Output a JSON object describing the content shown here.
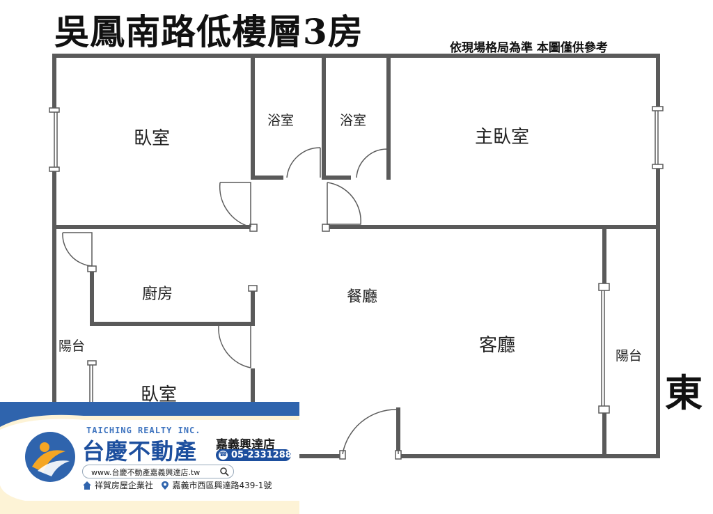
{
  "title": "吳鳳南路低樓層3房",
  "note": "依現場格局為準  本圖僅供參考",
  "direction_label": "東",
  "rooms": {
    "bedroom_1": "臥室",
    "bathroom_1": "浴室",
    "bathroom_2": "浴室",
    "master_bedroom": "主臥室",
    "kitchen": "廚房",
    "dining_room": "餐廳",
    "living_room": "客廳",
    "balcony_west": "陽台",
    "balcony_east": "陽台",
    "bedroom_2": "臥室"
  },
  "agency": {
    "brand_en": "TAICHING REALTY INC.",
    "brand_zh": "台慶不動產",
    "branch": "嘉義興達店",
    "phone": "05-2331288",
    "website": "www.台慶不動產嘉義興達店.tw",
    "company": "祥賀房屋企業社",
    "address": "嘉義市西區興達路439-1號"
  },
  "colors": {
    "wall": "#5a5a5a",
    "banner_blue": "#2f64ad",
    "banner_cream": "#fdf3d6",
    "brand_blue": "#1d4f9e",
    "brand_orange": "#f5a623"
  },
  "icons": [
    "logo-icon",
    "phone-icon",
    "search-icon",
    "home-icon",
    "location-pin-icon"
  ]
}
